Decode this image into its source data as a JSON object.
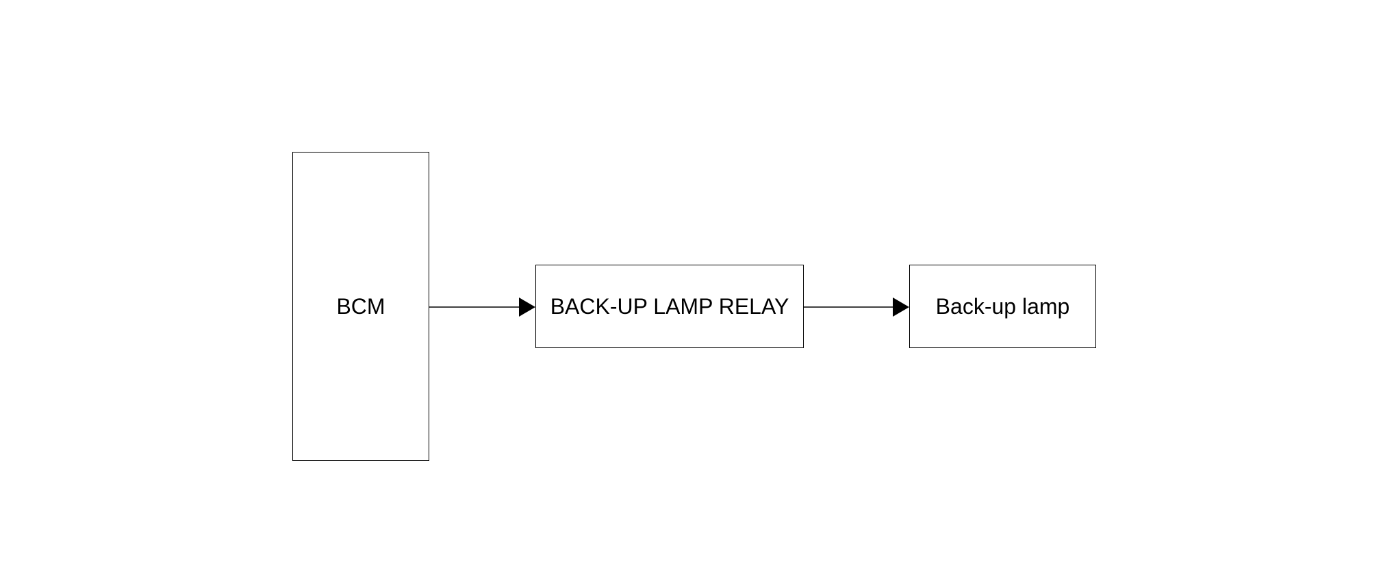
{
  "blocks": {
    "bcm": "BCM",
    "relay": "BACK-UP LAMP RELAY",
    "lamp": "Back-up lamp"
  },
  "connections": [
    {
      "from": "bcm",
      "to": "relay"
    },
    {
      "from": "relay",
      "to": "lamp"
    }
  ],
  "colors": {
    "line": "#000000",
    "background": "#ffffff"
  }
}
